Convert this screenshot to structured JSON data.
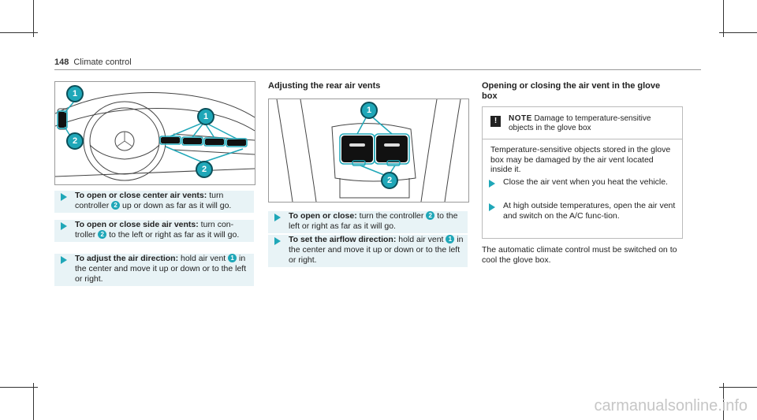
{
  "header": {
    "page_number": "148",
    "section_title": "Climate control"
  },
  "left_column": {
    "figure_callouts": [
      "1",
      "2",
      "1",
      "2"
    ],
    "steps": [
      {
        "title": "To open or close center air vents:",
        "parts": [
          " turn controller ",
          "2",
          " up or down as far as it will go."
        ]
      },
      {
        "title": "To open or close side air vents:",
        "parts": [
          " turn con-troller ",
          "2",
          " to the left or right as far as it will go."
        ]
      },
      {
        "title": "To adjust the air direction:",
        "parts": [
          " hold air vent ",
          "1",
          " in the center and move it up or down or to the left or right."
        ]
      }
    ]
  },
  "middle_column": {
    "heading": "Adjusting the rear air vents",
    "figure_callouts": [
      "1",
      "2"
    ],
    "steps": [
      {
        "title": "To open or close:",
        "parts": [
          " turn the controller ",
          "2",
          " to the left or right as far as it will go."
        ]
      },
      {
        "title": "To set the airflow direction:",
        "parts": [
          " hold air vent ",
          "1",
          " in the center and move it up or down or to the left or right."
        ]
      }
    ]
  },
  "right_column": {
    "heading_line1": "Opening or closing the air vent in the glove",
    "heading_line2": "box",
    "note": {
      "icon_text": "!",
      "label": "NOTE",
      "title": " Damage to temperature-sensitive objects in the glove box",
      "body": "Temperature-sensitive objects stored in the glove box may be damaged by the air vent located inside it.",
      "steps": [
        "Close the air vent when you heat the vehicle.",
        "At high outside temperatures, open the air vent and switch on the A/C func-tion."
      ]
    },
    "paragraph": "The automatic climate control must be switched on to cool the glove box."
  },
  "watermark": "carmanualsonline.info",
  "colors": {
    "accent": "#1fa7b8",
    "step_bg": "#e8f3f6"
  }
}
